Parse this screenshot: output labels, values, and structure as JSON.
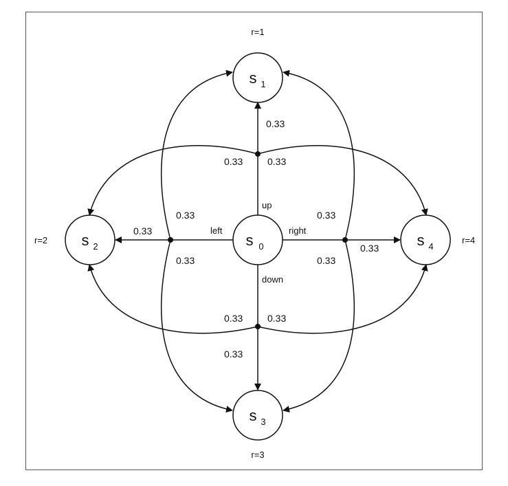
{
  "states": {
    "s0": {
      "name": "s",
      "sub": "0"
    },
    "s1": {
      "name": "s",
      "sub": "1"
    },
    "s2": {
      "name": "s",
      "sub": "2"
    },
    "s3": {
      "name": "s",
      "sub": "3"
    },
    "s4": {
      "name": "s",
      "sub": "4"
    }
  },
  "rewards": {
    "s1": "r=1",
    "s2": "r=2",
    "s3": "r=3",
    "s4": "r=4"
  },
  "actions": {
    "up": "up",
    "down": "down",
    "left": "left",
    "right": "right"
  },
  "probabilities": {
    "up_to_s1": "0.33",
    "up_to_s2": "0.33",
    "up_to_s4": "0.33",
    "left_to_s2": "0.33",
    "left_to_s1": "0.33",
    "left_to_s3": "0.33",
    "right_to_s4": "0.33",
    "right_to_s1": "0.33",
    "right_to_s3": "0.33",
    "down_to_s3": "0.33",
    "down_to_s2": "0.33",
    "down_to_s4": "0.33"
  },
  "colors": {
    "stroke": "#111111",
    "background": "#ffffff",
    "frame": "#555555"
  }
}
